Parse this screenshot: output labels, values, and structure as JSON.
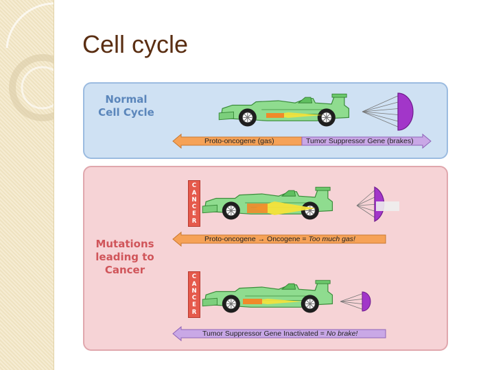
{
  "slide": {
    "title": "Cell cycle"
  },
  "panels": {
    "normal": {
      "label_line1": "Normal",
      "label_line2": "Cell Cycle",
      "arrow_left": "Proto-oncogene (gas)",
      "arrow_right": "Tumor Suppressor Gene (brakes)"
    },
    "cancer": {
      "label_line1": "Mutations",
      "label_line2": "leading to",
      "label_line3": "Cancer",
      "tag_letters": [
        "C",
        "A",
        "N",
        "C",
        "E",
        "R"
      ],
      "arrow1_prefix": "Proto-oncogene → Oncogene = ",
      "arrow1_emph": "Too much gas!",
      "arrow2_prefix": "Tumor Suppressor Gene Inactivated = ",
      "arrow2_emph": "No brake!"
    }
  },
  "colors": {
    "car_body": "#8fdc8f",
    "car_outline": "#3a8c3a",
    "flame": "#f6e23a",
    "exhaust": "#f08a2a",
    "parachute": "#a236c9",
    "gas_arrow": "#f6a257",
    "brake_arrow": "#c9a8e6"
  }
}
